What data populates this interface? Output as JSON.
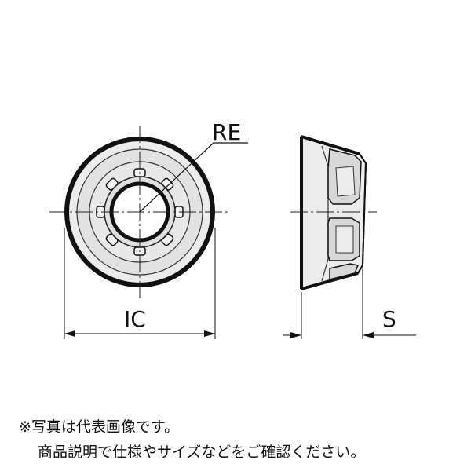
{
  "labels": {
    "corner_radius": "RE",
    "inscribed_circle": "IC",
    "thickness": "S"
  },
  "notes": {
    "line1": "※写真は代表画像です。",
    "line2": "商品説明で仕様やサイズなどをご確認ください。"
  }
}
